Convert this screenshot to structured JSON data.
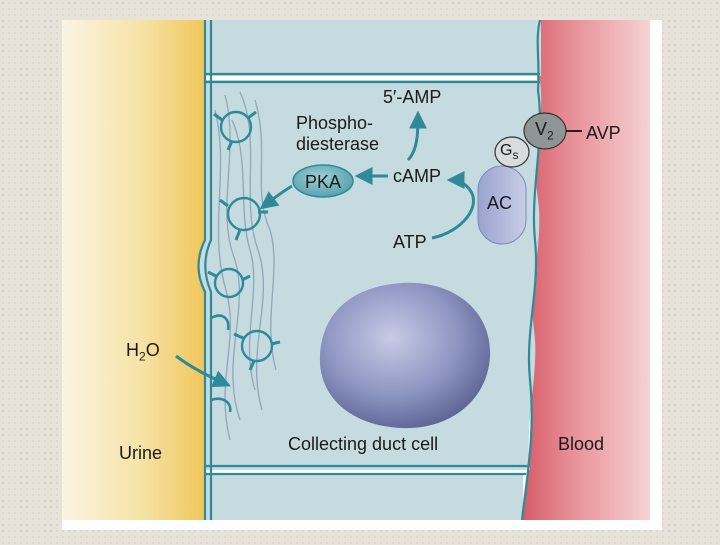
{
  "labels": {
    "urine": "Urine",
    "blood": "Blood",
    "cell": "Collecting duct cell",
    "avp": "AVP",
    "v2_main": "V",
    "v2_sub": "2",
    "gs_main": "G",
    "gs_sub": "s",
    "ac": "AC",
    "atp": "ATP",
    "camp": "cAMP",
    "pka": "PKA",
    "pde_line1": "Phospho-",
    "pde_line2": "diesterase",
    "amp": "5′-AMP",
    "h2o_main": "H",
    "h2o_sub": "2",
    "h2o_end": "O"
  },
  "colors": {
    "urine": "#f2d77e",
    "cell": "#c9dde0",
    "blood": "#e2838c",
    "teal": "#2e8a98",
    "pka_fill": "#6fb0b9",
    "ac_fill": "#a9b2d4",
    "nucleus": "#7f88b8"
  }
}
